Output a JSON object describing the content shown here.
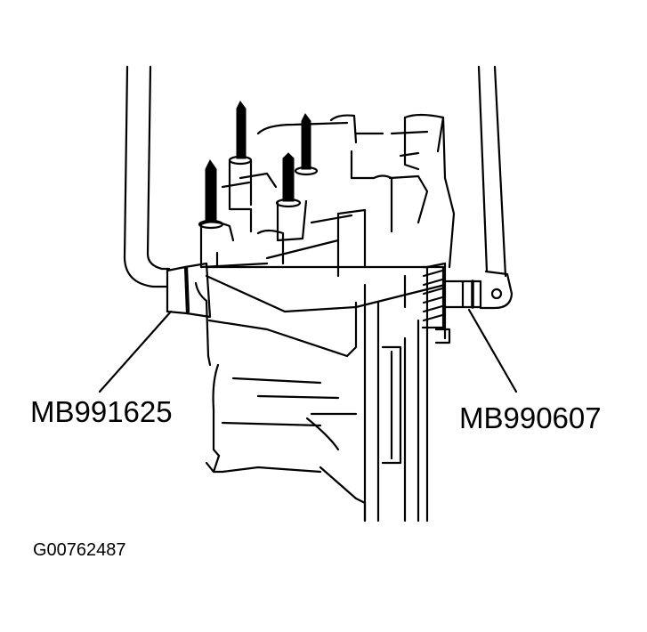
{
  "diagram": {
    "type": "technical-illustration",
    "subject": "transmission case held by special tools",
    "callouts": [
      {
        "id": "left",
        "label": "MB991625",
        "points_to": "left-side tool adapter"
      },
      {
        "id": "right",
        "label": "MB990607",
        "points_to": "right-side tool adapter"
      }
    ],
    "figure_id": "G00762487"
  },
  "colors": {
    "line": "#000000",
    "background": "#ffffff"
  }
}
